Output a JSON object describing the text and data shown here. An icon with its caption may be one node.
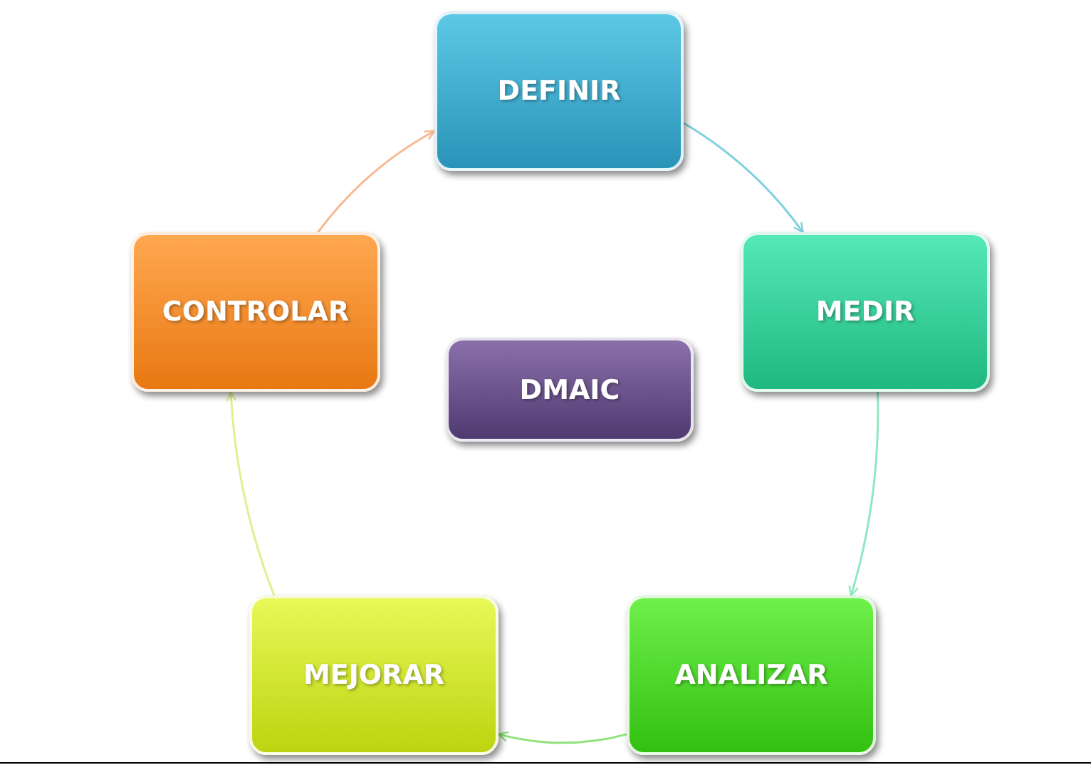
{
  "diagram": {
    "nodes": [
      {
        "text": [
          "DEFINIR"
        ]
      },
      {
        "text": [
          "MEDIR"
        ]
      },
      {
        "text": [
          "ANALIZAR"
        ]
      },
      {
        "text": [
          "MEJORAR"
        ]
      },
      {
        "text": [
          "CONTROLAR"
        ]
      },
      {
        "text": [
          "DMAIC"
        ]
      }
    ],
    "edges": [
      {
        "from": 0,
        "to": 1,
        "arrow": "to",
        "color": "#7fd0e0"
      },
      {
        "from": 1,
        "to": 2,
        "arrow": "to",
        "color": "#8fe8c0"
      },
      {
        "from": 2,
        "to": 3,
        "arrow": "to",
        "color": "#8fe27a"
      },
      {
        "from": 3,
        "to": 4,
        "arrow": "to",
        "color": "#e0f090"
      },
      {
        "from": 4,
        "to": 0,
        "arrow": "to",
        "color": "#f8b890"
      }
    ]
  }
}
